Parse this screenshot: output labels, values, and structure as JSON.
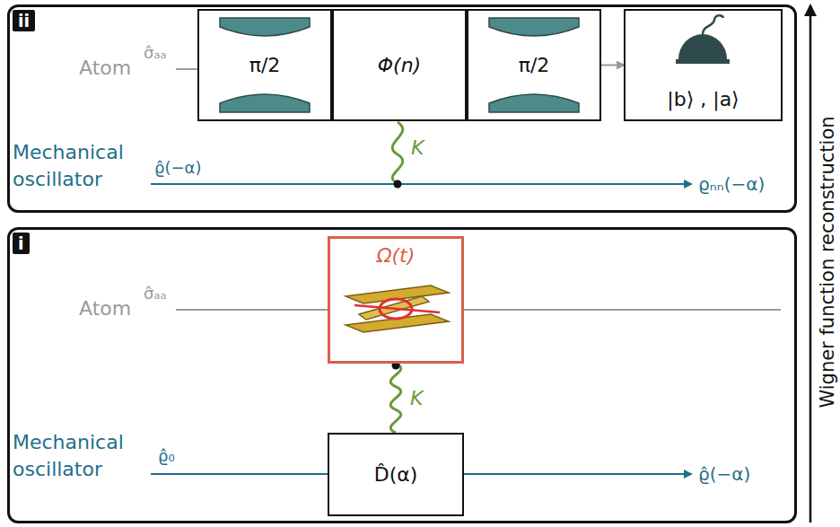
{
  "diagram": {
    "nodes": [
      {
        "text": [
          "ii"
        ]
      },
      {
        "text": [
          "π/2"
        ],
        "in": 0
      },
      {
        "text": [
          "Φ(n)"
        ],
        "in": 0
      },
      {
        "text": [
          "π/2"
        ],
        "in": 0
      },
      {
        "text": [
          "|b⟩ , |a⟩"
        ],
        "in": 0
      },
      {
        "text": [
          "i"
        ]
      },
      {
        "text": [
          "Ω(t)"
        ],
        "in": 5
      },
      {
        "text": [
          "D̂(α)"
        ],
        "in": 5
      }
    ],
    "edges": [
      {
        "from": 3,
        "to": 4,
        "arrow": "to"
      },
      {
        "from": 7,
        "to": 6,
        "arrow": "none",
        "label": "K"
      }
    ],
    "labels": [
      "Atom",
      "σ̂ₐₐ",
      "Mechanical oscillator",
      "ϱ̂(−α)",
      "K",
      "ϱₙₙ(−α)",
      "Atom",
      "σ̂ₐₐ",
      "Mechanical oscillator",
      "ϱ̂₀",
      "ϱ̂(−α)",
      "Wigner function reconstruction"
    ]
  }
}
